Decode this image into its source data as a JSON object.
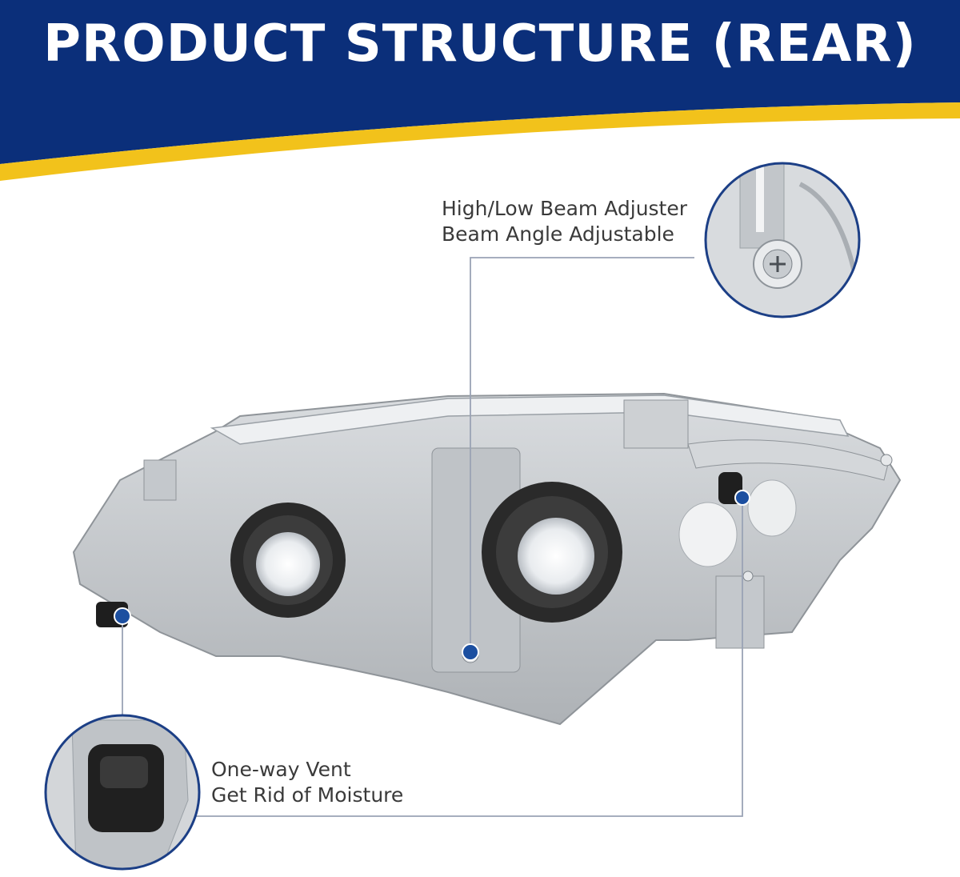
{
  "header": {
    "title": "PRODUCT STRUCTURE (REAR)",
    "colors": {
      "navy": "#0b2f7a",
      "gold": "#f2c21b"
    }
  },
  "callouts": {
    "adjuster": {
      "line1": "High/Low Beam Adjuster",
      "line2": "Beam Angle Adjustable"
    },
    "vent": {
      "line1": "One-way Vent",
      "line2": "Get Rid of Moisture"
    }
  },
  "colors": {
    "leader": "#9aa3b5",
    "marker": "#1c4fa0",
    "housing": "#c9cccf",
    "gasket": "#2a2a2a"
  }
}
